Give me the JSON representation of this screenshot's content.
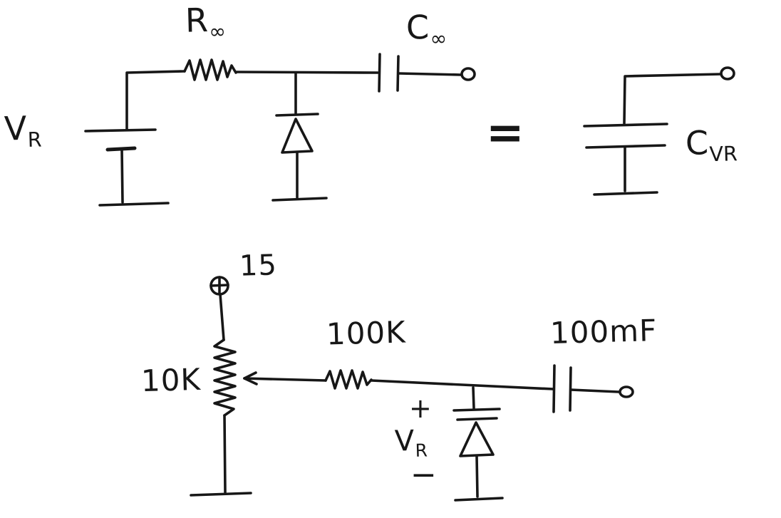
{
  "colors": {
    "ink": "#171717",
    "background": "#ffffff"
  },
  "top_circuit": {
    "source_label": {
      "base": "V",
      "sub": "R"
    },
    "resistor_label": {
      "base": "R",
      "sub": "∞"
    },
    "capacitor_label": {
      "base": "C",
      "sub": "∞"
    },
    "equals_sign": "=",
    "equivalent_capacitor_label": {
      "base": "C",
      "sub": "VR"
    }
  },
  "bottom_circuit": {
    "supply_label": "15",
    "potentiometer_label": "10K",
    "series_resistor_label": "100K",
    "coupling_capacitor_label": "100mF",
    "varactor_labels": {
      "plus": "+",
      "voltage_base": "V",
      "voltage_sub": "R",
      "minus": "−"
    }
  }
}
